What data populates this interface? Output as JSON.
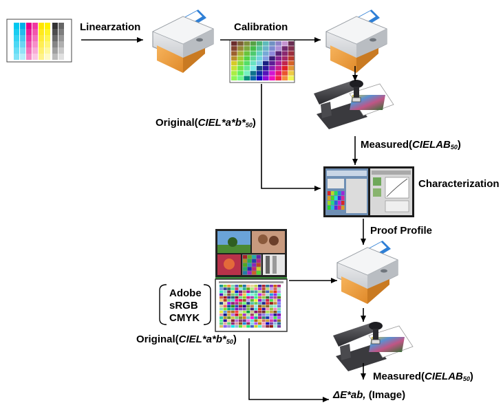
{
  "labels": {
    "linearization": "Linearzation",
    "calibration": "Calibration",
    "original_top_prefix": "Original(",
    "original_top_italic": "CIEL*a*b*",
    "original_top_sub": "50",
    "original_top_suffix": ")",
    "measured_top_prefix": "Measured(",
    "measured_top_italic": "CIELAB",
    "measured_top_sub": "50",
    "measured_top_suffix": ")",
    "characterization": "Characterization",
    "proof_profile": "Proof Profile",
    "colorspaces": [
      "Adobe",
      "sRGB",
      "CMYK"
    ],
    "original_bottom_prefix": "Original(",
    "original_bottom_italic": "CIEL*a*b*",
    "original_bottom_sub": "50",
    "original_bottom_suffix": ")",
    "measured_bottom_prefix": "Measured(",
    "measured_bottom_italic": "CIELAB",
    "measured_bottom_sub": "50",
    "measured_bottom_suffix": ")",
    "delta_italic": "ΔE*ab,",
    "delta_suffix": " (Image)"
  },
  "icons": [
    "linearization-chart-icon",
    "printer-icon",
    "calibration-chart-icon",
    "spectrophotometer-icon",
    "profiling-software-icon",
    "test-images-icon",
    "test-target-icon"
  ],
  "colors": {
    "arrow": "#000000",
    "tray": "#f0a64a",
    "paper_blue": "#2e7fd6",
    "printer_body": "#e8eaec"
  }
}
